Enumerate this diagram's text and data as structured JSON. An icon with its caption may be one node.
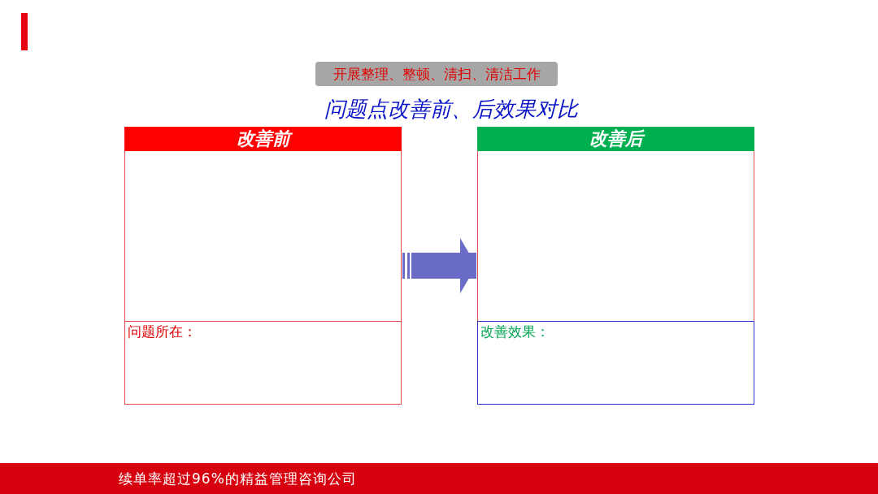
{
  "diagram": {
    "title": "问题点改善前、后效果对比",
    "nodes": [
      {
        "text": [
          "开展整理、整顿、清扫、清洁工作"
        ]
      },
      {
        "text": [
          "改善前",
          "问题所在："
        ]
      },
      {
        "text": [
          "改善后",
          "改善效果："
        ]
      }
    ],
    "edges": [
      {
        "from": 1,
        "to": 2,
        "arrow": "to"
      }
    ],
    "labels": [
      "续单率超过96%的精益管理咨询公司"
    ]
  }
}
